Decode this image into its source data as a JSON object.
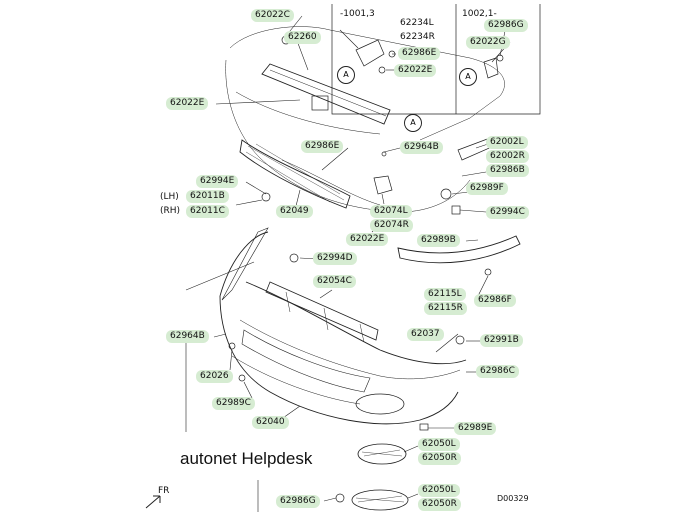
{
  "brand": "autonet Helpdesk",
  "drawing_number": "D00329",
  "direction_label": "FR",
  "callout_letter": "A",
  "inset_1_title": "-1001,3",
  "inset_2_title": "1002,1-",
  "side_labels": {
    "lh": "(LH)",
    "rh": "(RH)"
  },
  "parts": {
    "p62022C": "62022C",
    "p62260": "62260",
    "p62234L": "62234L",
    "p62234R": "62234R",
    "p62986E_inset": "62986E",
    "p62022E_inset": "62022E",
    "p62986G_inset": "62986G",
    "p62022G": "62022G",
    "p62022E_left": "62022E",
    "p62986E_mid": "62986E",
    "p62964B_top": "62964B",
    "p62002L": "62002L",
    "p62002R": "62002R",
    "p62986B": "62986B",
    "p62994E": "62994E",
    "p62011B": "62011B",
    "p62011C": "62011C",
    "p62049": "62049",
    "p62074L": "62074L",
    "p62074R": "62074R",
    "p62989F": "62989F",
    "p62994C": "62994C",
    "p62022E_low": "62022E",
    "p62989B": "62989B",
    "p62994D": "62994D",
    "p62054C": "62054C",
    "p62115L": "62115L",
    "p62115R": "62115R",
    "p62986F": "62986F",
    "p62964B_left": "62964B",
    "p62037": "62037",
    "p62991B": "62991B",
    "p62026": "62026",
    "p62986C": "62986C",
    "p62989C": "62989C",
    "p62040": "62040",
    "p62989E": "62989E",
    "p62050L_a": "62050L",
    "p62050R_a": "62050R",
    "p62986G_bottom": "62986G",
    "p62050L_b": "62050L",
    "p62050R_b": "62050R"
  }
}
